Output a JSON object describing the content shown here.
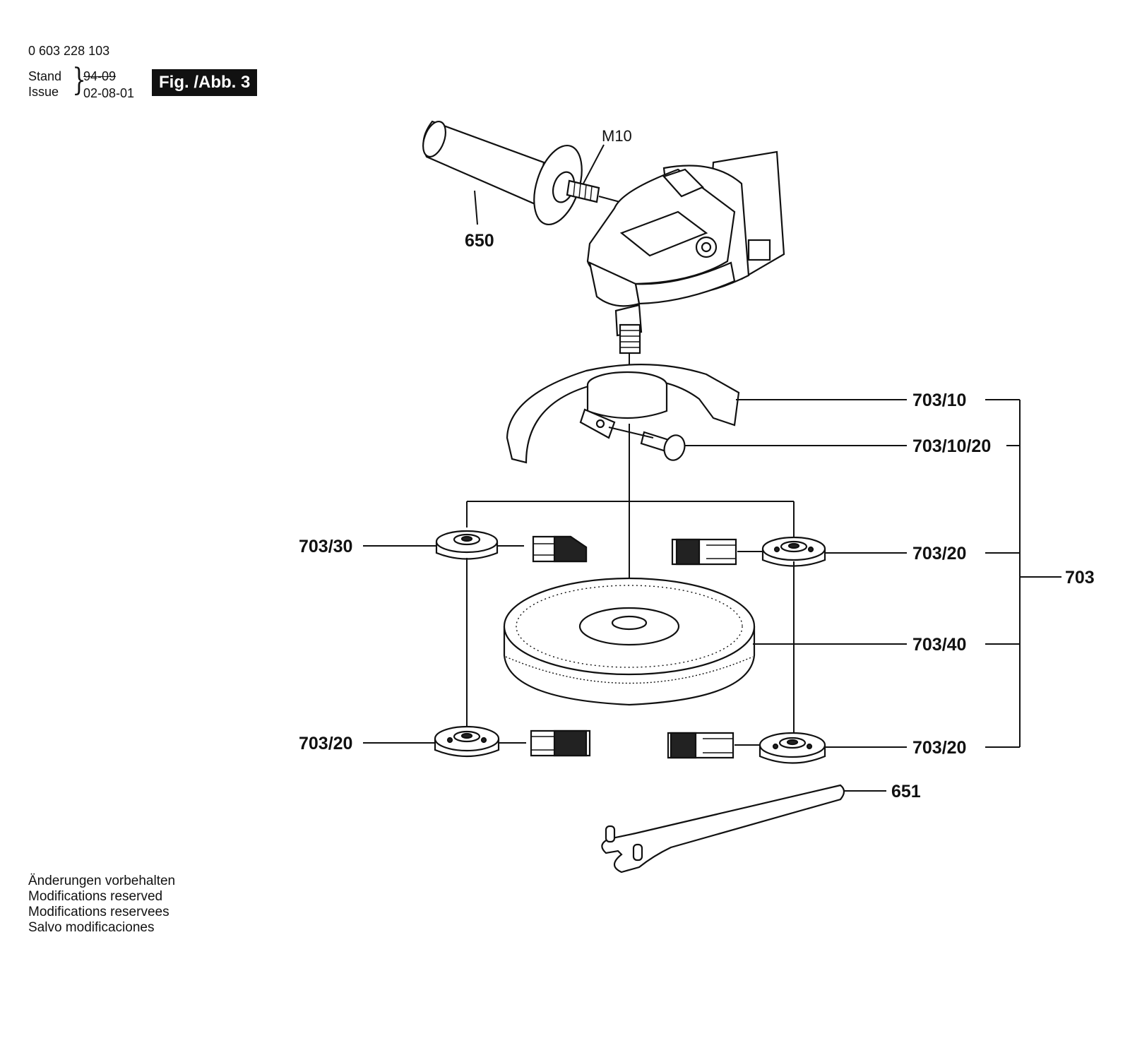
{
  "header": {
    "doc_number": "0 603 228 103",
    "stand_label": "Stand",
    "issue_label": "Issue",
    "stand_date": "94-09",
    "issue_date": "02-08-01",
    "figure_badge": "Fig. /Abb. 3"
  },
  "callouts": {
    "thread": "M10",
    "handle": "650",
    "guard": "703/10",
    "guard_screw": "703/10/20",
    "flange_left_top": "703/30",
    "flange_right_top": "703/20",
    "set": "703",
    "wheel": "703/40",
    "flange_left_bottom": "703/20",
    "flange_right_bottom": "703/20",
    "spanner": "651"
  },
  "notes": [
    "Änderungen vorbehalten",
    "Modifications reserved",
    "Modifications reservees",
    "Salvo modificaciones"
  ]
}
